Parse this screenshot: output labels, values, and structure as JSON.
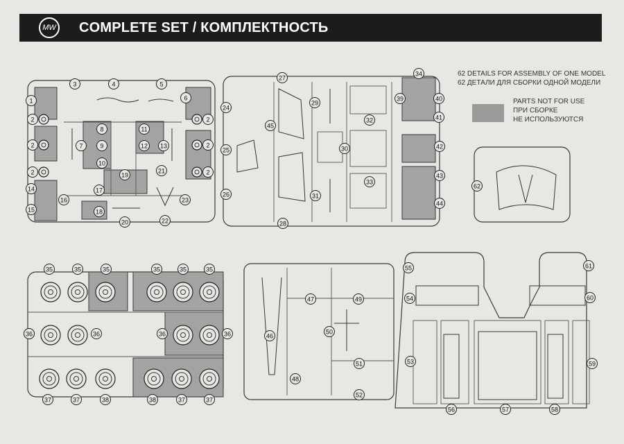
{
  "header": {
    "logo": "MW",
    "title": "COMPLETE SET / КОМПЛЕКТНОСТЬ"
  },
  "info": {
    "line_en": "62 DETAILS FOR ASSEMBLY OF ONE MODEL",
    "line_ru": "62 ДЕТАЛИ ДЛЯ СБОРКИ ОДНОЙ МОДЕЛИ"
  },
  "legend": {
    "line1": "PARTS NOT FOR USE",
    "line2": "ПРИ СБОРКЕ",
    "line3": "НЕ ИСПОЛЬЗУЮТСЯ",
    "swatch_color": "#9a9a98"
  },
  "sprues": {
    "a": [
      "1",
      "2",
      "2",
      "2",
      "3",
      "4",
      "5",
      "6",
      "2",
      "2",
      "2",
      "7",
      "8",
      "9",
      "10",
      "11",
      "12",
      "13",
      "14",
      "15",
      "16",
      "17",
      "18",
      "19",
      "20",
      "21",
      "22",
      "23"
    ],
    "b": [
      "24",
      "25",
      "26",
      "27",
      "28",
      "29",
      "30",
      "31",
      "32",
      "33",
      "34",
      "39",
      "40",
      "41",
      "42",
      "43",
      "44",
      "45"
    ],
    "c": [
      "62"
    ],
    "d": [
      "35",
      "35",
      "35",
      "35",
      "35",
      "35",
      "36",
      "36",
      "36",
      "36",
      "36",
      "37",
      "37",
      "38",
      "38",
      "37",
      "37"
    ],
    "e": [
      "46",
      "47",
      "48",
      "49",
      "50",
      "51",
      "52"
    ],
    "f": [
      "53",
      "54",
      "55",
      "56",
      "57",
      "58",
      "59",
      "60",
      "61"
    ]
  }
}
